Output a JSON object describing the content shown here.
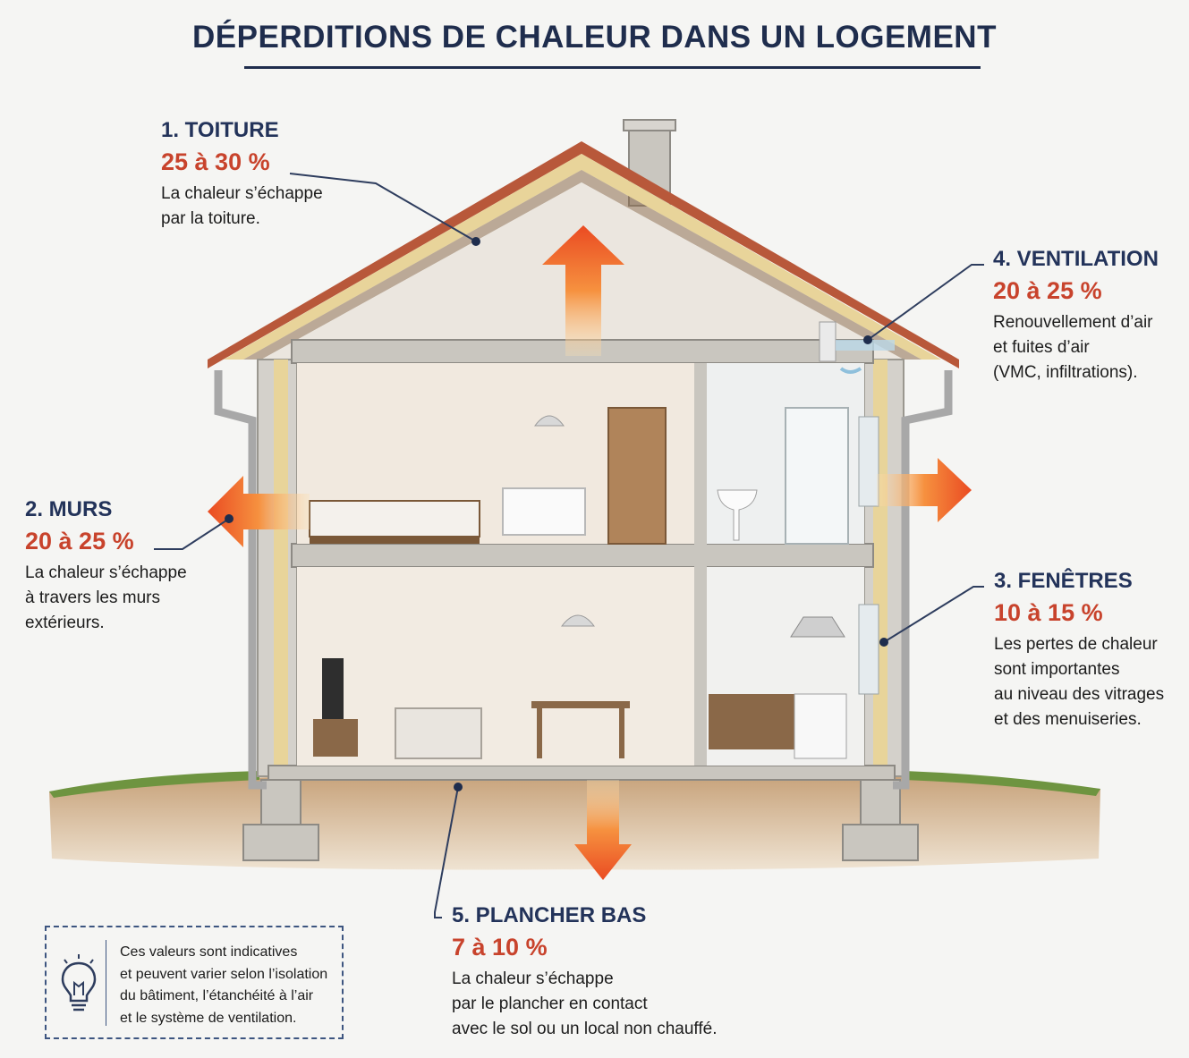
{
  "title": "DÉPERDITIONS DE CHALEUR DANS UN LOGEMENT",
  "callouts": {
    "toiture": {
      "heading": "1. TOITURE",
      "percent": "25 à 30 %",
      "lines": [
        "La chaleur s’échappe",
        "par la toiture."
      ]
    },
    "murs": {
      "heading": "2. MURS",
      "percent": "20 à 25 %",
      "lines": [
        "La chaleur s’échappe",
        "à travers les murs",
        "extérieurs."
      ]
    },
    "fenetres": {
      "heading": "3. FENÊTRES",
      "percent": "10 à 15 %",
      "lines": [
        "Les pertes de chaleur",
        "sont importantes",
        "au niveau des vitrages",
        "et des menuiseries."
      ]
    },
    "ventilation": {
      "heading": "4. VENTILATION",
      "percent": "20 à 25 %",
      "lines": [
        "Renouvellement d’air",
        "et fuites d’air",
        "(VMC, infiltrations)."
      ]
    },
    "plancher": {
      "heading": "5. PLANCHER BAS",
      "percent": "7 à 10 %",
      "lines": [
        "La chaleur s’échappe",
        "par le plancher en contact",
        "avec le sol ou un local non chauffé."
      ]
    }
  },
  "note": {
    "lines": [
      "Ces valeurs sont indicatives",
      "et peuvent varier selon l’isolation",
      "du bâtiment, l’étanchéité à l’air",
      "et le système de ventilation."
    ],
    "icon": "lightbulb-icon"
  },
  "colors": {
    "heading": "#23335a",
    "percent": "#c8432c",
    "arrow": "#f06a2a",
    "roof": "#b8583a",
    "insulation": "#e8d49a"
  }
}
